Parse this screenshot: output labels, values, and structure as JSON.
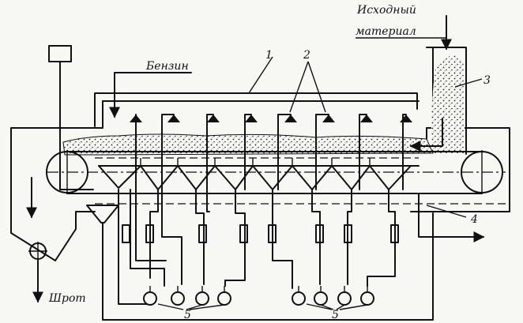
{
  "labels": {
    "feed_line1": "Исходный",
    "feed_line2": "материал",
    "solvent": "Бензин",
    "meal": "Шрот"
  },
  "callouts": {
    "n1": "1",
    "n2": "2",
    "n3": "3",
    "n4": "4",
    "n5a": "5",
    "n5b": "5"
  },
  "colors": {
    "ink": "#111111",
    "paper": "#f7f7f4"
  }
}
